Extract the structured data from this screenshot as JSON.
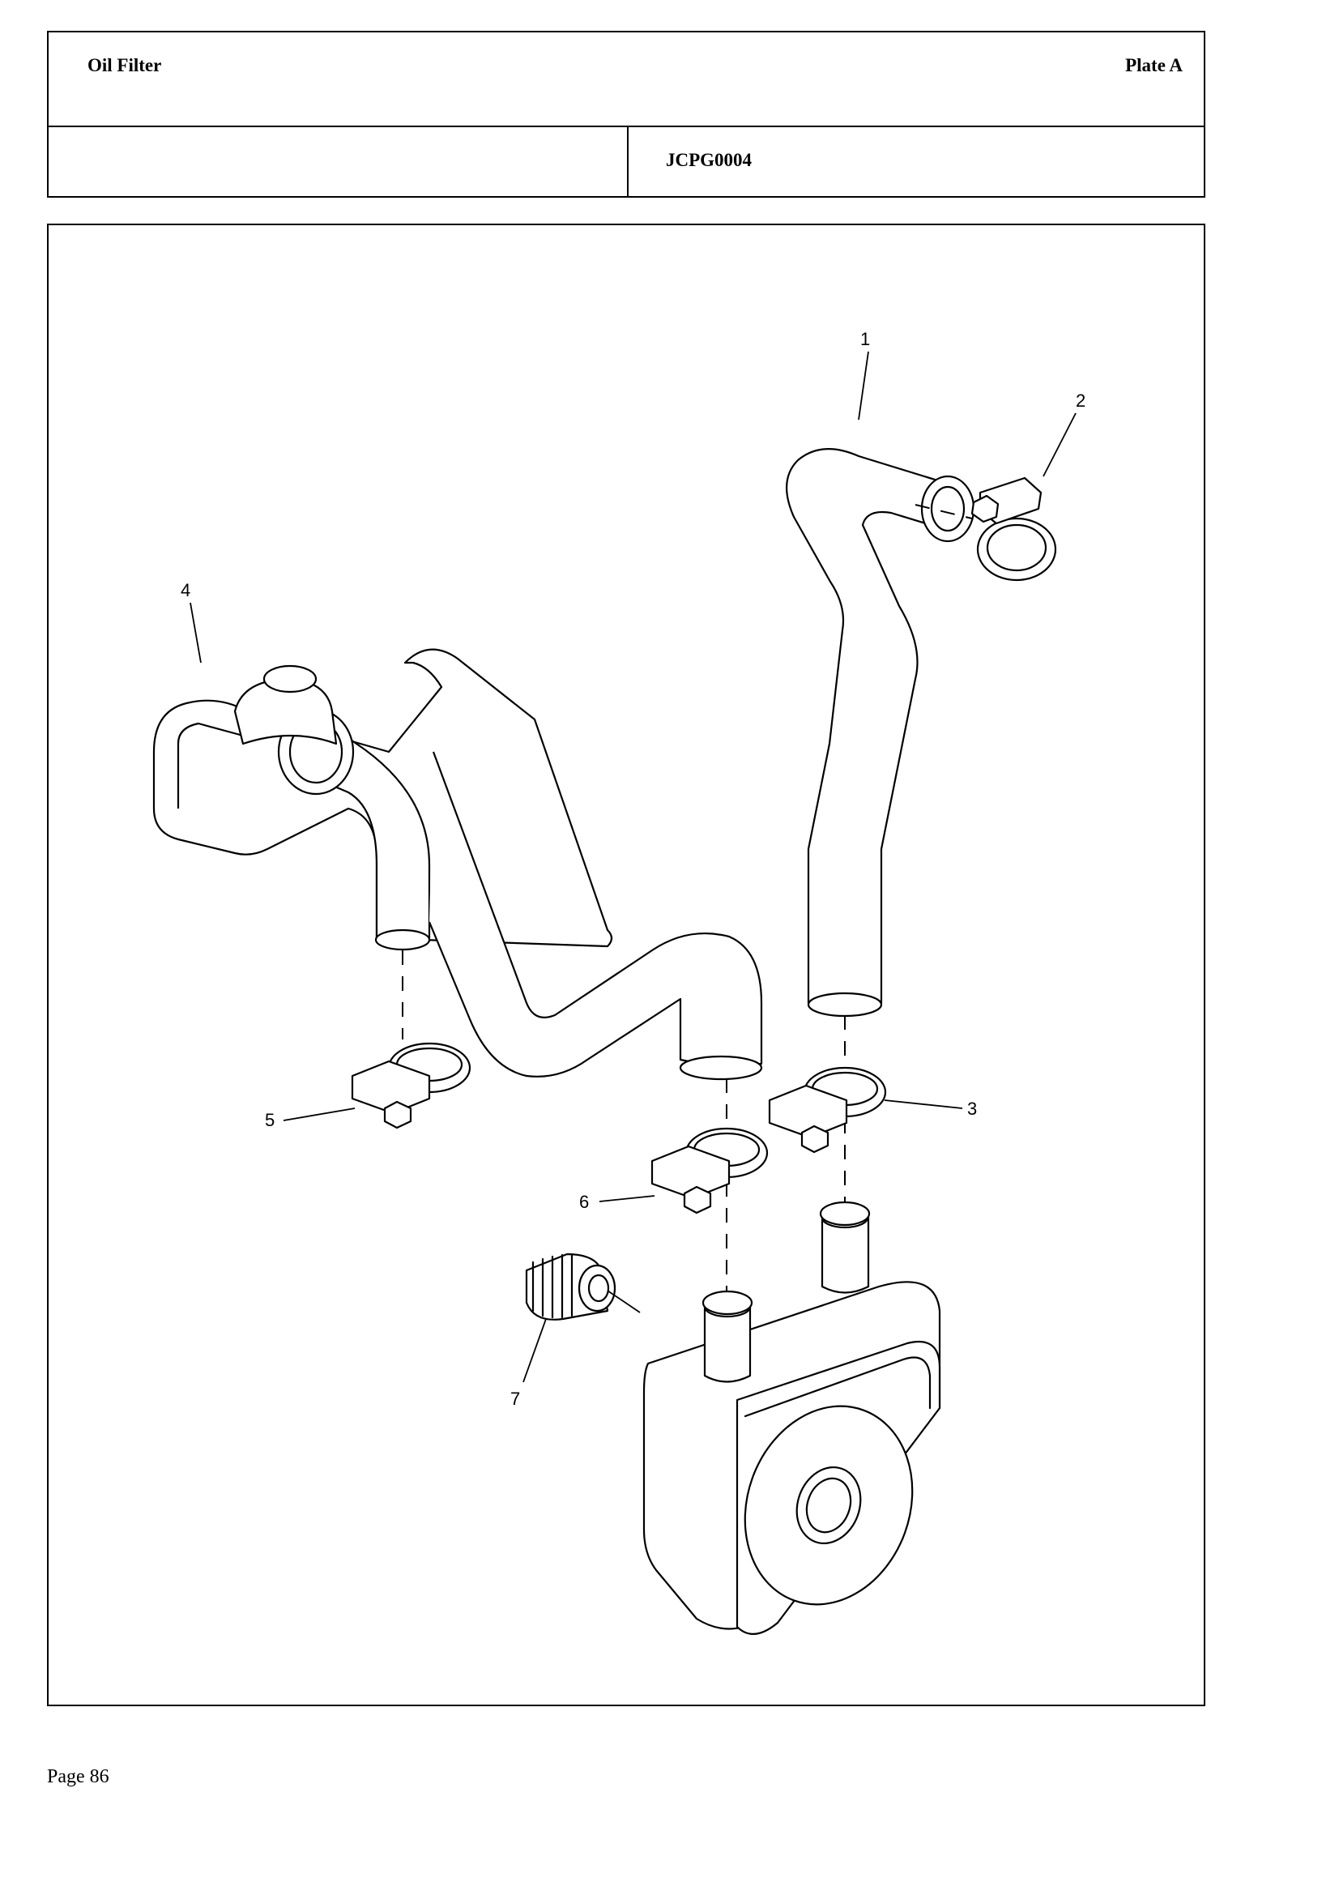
{
  "header": {
    "title": "Oil Filter",
    "plate": "Plate A",
    "code": "JCPG0004"
  },
  "diagram": {
    "callouts": [
      {
        "number": "1",
        "part": "hose-1"
      },
      {
        "number": "2",
        "part": "hose-clamp-2"
      },
      {
        "number": "3",
        "part": "hose-clamp-3"
      },
      {
        "number": "4",
        "part": "hose-4"
      },
      {
        "number": "5",
        "part": "hose-clamp-5"
      },
      {
        "number": "6",
        "part": "hose-clamp-6"
      },
      {
        "number": "7",
        "part": "plug-7"
      }
    ]
  },
  "footer": {
    "page": "Page 86"
  }
}
